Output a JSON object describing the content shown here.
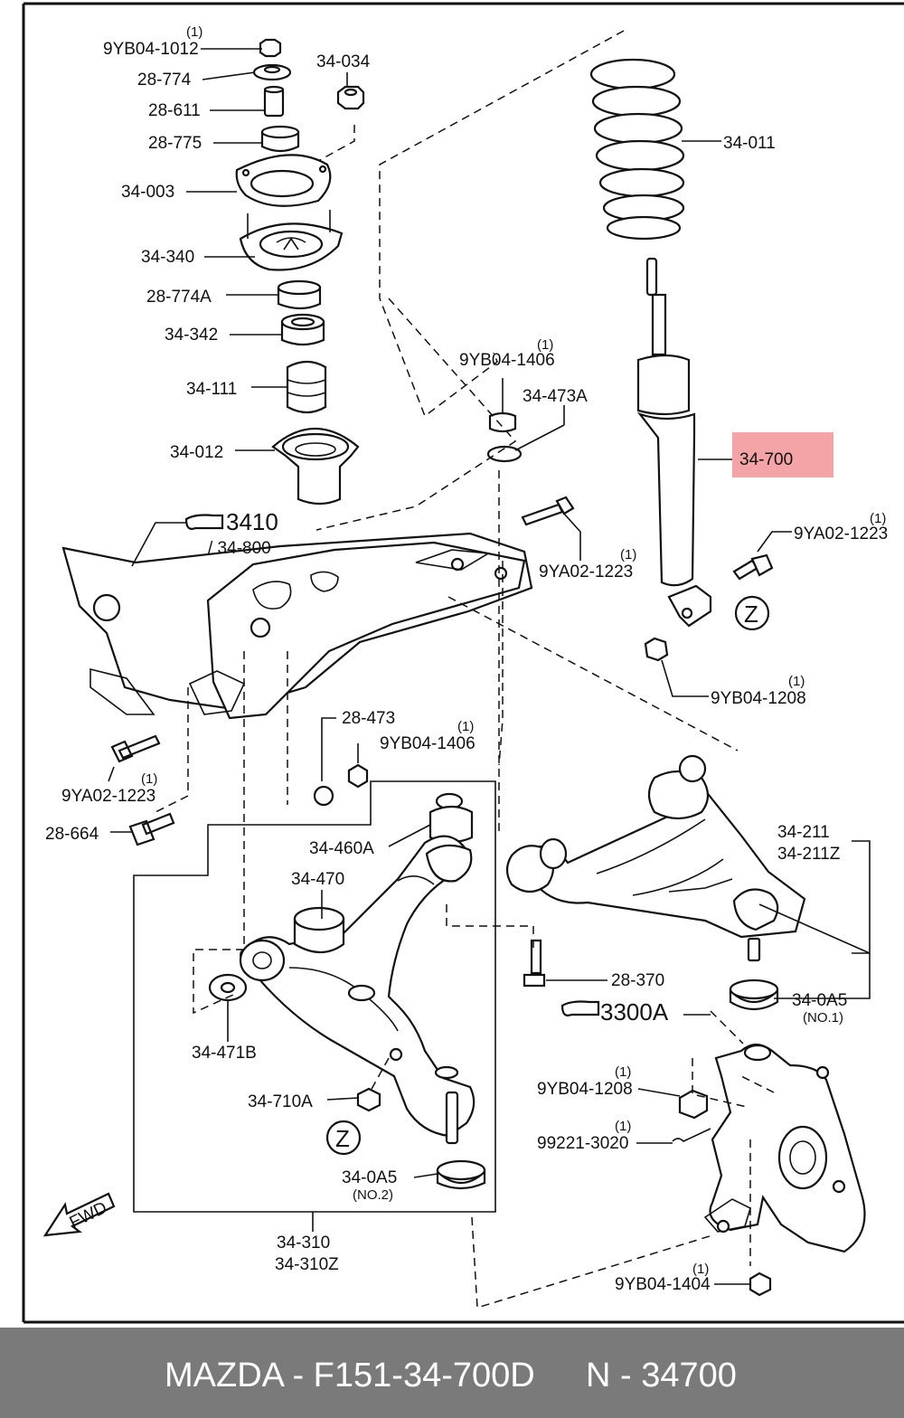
{
  "parts": [
    {
      "id": "p_9yb04_1012",
      "number": "9YB04-1012",
      "qty": "(1)"
    },
    {
      "id": "p_28_774",
      "number": "28-774",
      "qty": ""
    },
    {
      "id": "p_28_611",
      "number": "28-611",
      "qty": ""
    },
    {
      "id": "p_28_775",
      "number": "28-775",
      "qty": ""
    },
    {
      "id": "p_34_034",
      "number": "34-034",
      "qty": ""
    },
    {
      "id": "p_34_003",
      "number": "34-003",
      "qty": ""
    },
    {
      "id": "p_34_340",
      "number": "34-340",
      "qty": ""
    },
    {
      "id": "p_28_774a",
      "number": "28-774A",
      "qty": ""
    },
    {
      "id": "p_34_342",
      "number": "34-342",
      "qty": ""
    },
    {
      "id": "p_34_111",
      "number": "34-111",
      "qty": ""
    },
    {
      "id": "p_34_012",
      "number": "34-012",
      "qty": ""
    },
    {
      "id": "p_34_011",
      "number": "34-011",
      "qty": ""
    },
    {
      "id": "p_34_700",
      "number": "34-700",
      "qty": "",
      "highlighted": true
    },
    {
      "id": "p_9yb04_1406_a",
      "number": "9YB04-1406",
      "qty": "(1)"
    },
    {
      "id": "p_34_473a",
      "number": "34-473A",
      "qty": ""
    },
    {
      "id": "p_9ya02_1223_a",
      "number": "9YA02-1223",
      "qty": "(1)"
    },
    {
      "id": "p_9ya02_1223_b",
      "number": "9YA02-1223",
      "qty": "(1)"
    },
    {
      "id": "p_9yb04_1208_a",
      "number": "9YB04-1208",
      "qty": "(1)"
    },
    {
      "id": "p_28_473",
      "number": "28-473",
      "qty": ""
    },
    {
      "id": "p_9yb04_1406_b",
      "number": "9YB04-1406",
      "qty": "(1)"
    },
    {
      "id": "p_9ya02_1223_c",
      "number": "9YA02-1223",
      "qty": "(1)"
    },
    {
      "id": "p_28_664",
      "number": "28-664",
      "qty": ""
    },
    {
      "id": "p_34_460a",
      "number": "34-460A",
      "qty": ""
    },
    {
      "id": "p_34_470",
      "number": "34-470",
      "qty": ""
    },
    {
      "id": "p_34_471b",
      "number": "34-471B",
      "qty": ""
    },
    {
      "id": "p_34_710a",
      "number": "34-710A",
      "qty": ""
    },
    {
      "id": "p_34_0a5_2",
      "number": "34-0A5",
      "qty": "(NO.2)"
    },
    {
      "id": "p_34_310",
      "number": "34-310",
      "qty": ""
    },
    {
      "id": "p_34_310z",
      "number": "34-310Z",
      "qty": ""
    },
    {
      "id": "p_34_211",
      "number": "34-211",
      "qty": ""
    },
    {
      "id": "p_34_211z",
      "number": "34-211Z",
      "qty": ""
    },
    {
      "id": "p_28_370",
      "number": "28-370",
      "qty": ""
    },
    {
      "id": "p_34_0a5_1",
      "number": "34-0A5",
      "qty": "(NO.1)"
    },
    {
      "id": "p_9yb04_1208_b",
      "number": "9YB04-1208",
      "qty": "(1)"
    },
    {
      "id": "p_99221_3020",
      "number": "99221-3020",
      "qty": "(1)"
    },
    {
      "id": "p_9yb04_1404",
      "number": "9YB04-1404",
      "qty": "(1)"
    }
  ],
  "references": [
    {
      "id": "ref_3410",
      "group": "3410",
      "sub": "/ 34-800"
    },
    {
      "id": "ref_3300a",
      "group": "3300A",
      "sub": ""
    }
  ],
  "markers": {
    "z_upper": "Z",
    "z_lower": "Z",
    "fwd": "FWD"
  },
  "highlight_color": "#f4a3a6",
  "footer": {
    "make": "MAZDA - F151-34-700D",
    "code": "N - 34700",
    "background": "#7a7a7a"
  }
}
